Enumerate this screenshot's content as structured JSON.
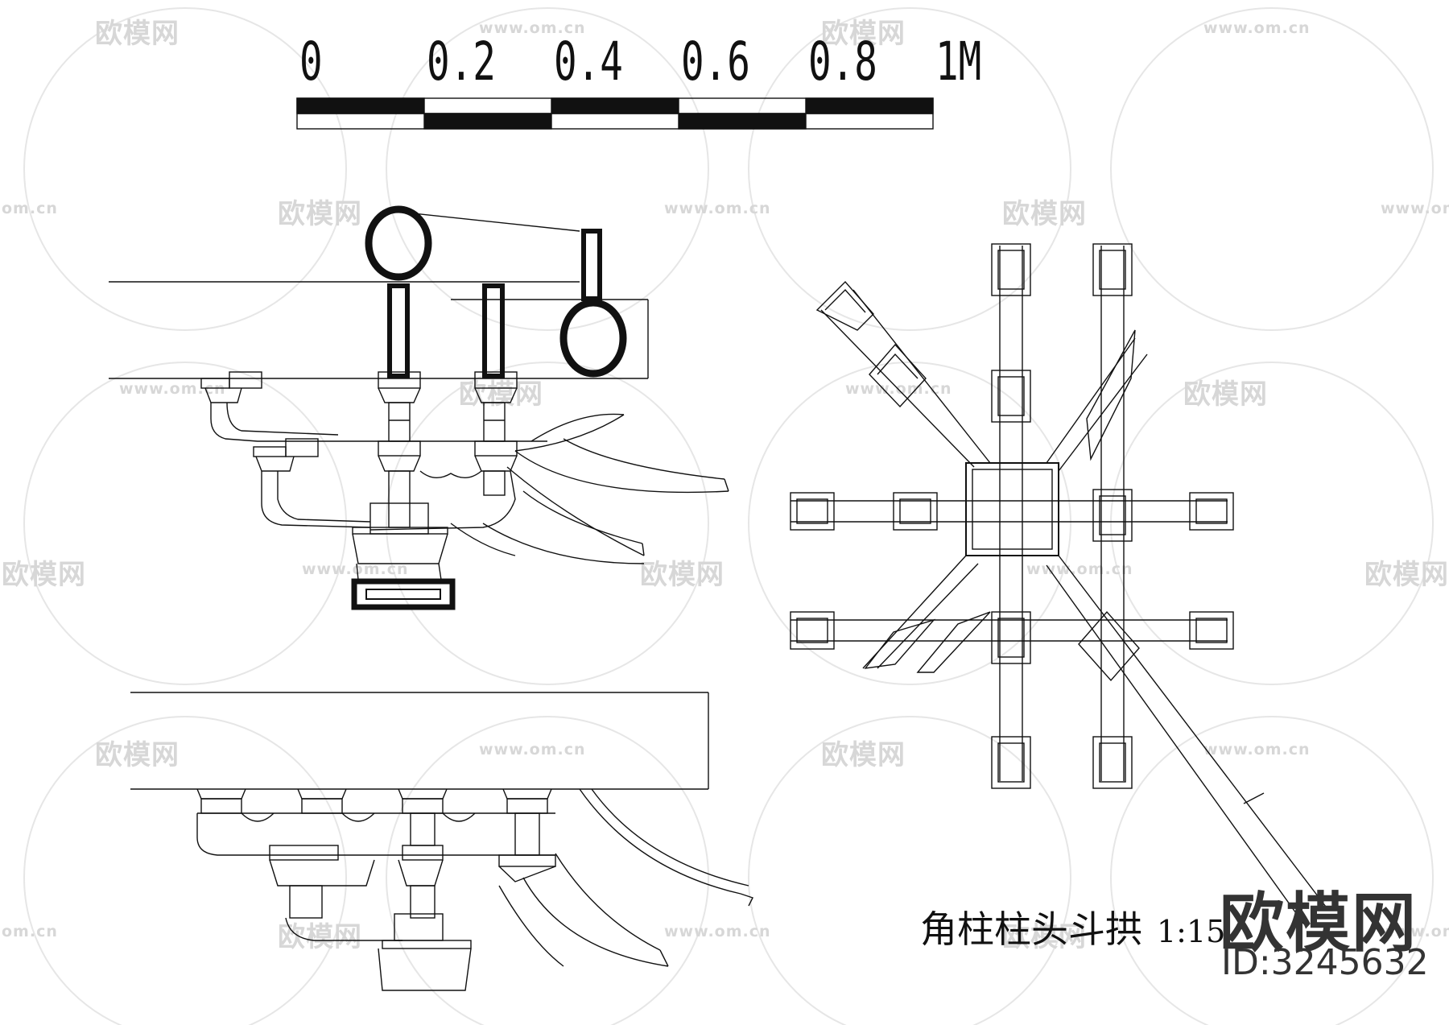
{
  "scale_bar": {
    "labels": [
      "0",
      "0.2",
      "0.4",
      "0.6",
      "0.8",
      "1M"
    ]
  },
  "caption": {
    "title": "角柱柱头斗拱",
    "scale": "1:15"
  },
  "brand": {
    "name": "欧模网",
    "id": "ID:3245632"
  },
  "watermark": {
    "logo_text": "欧模网",
    "url_text": "www.om.cn",
    "partial_url_text": "om.cn"
  },
  "colors": {
    "line": "#111111",
    "watermark": "#d7d7d7"
  }
}
